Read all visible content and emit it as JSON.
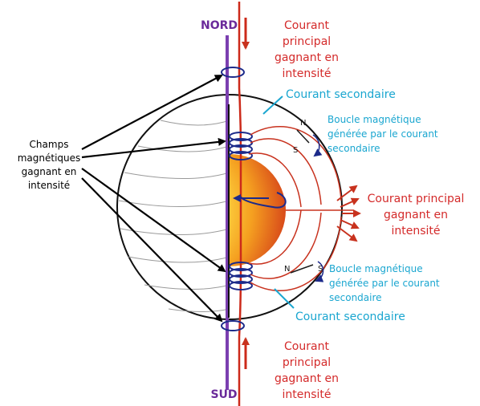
{
  "poles": {
    "north": "NORD",
    "south": "SUD"
  },
  "labels": {
    "main_current_top": "Courant principal gagnant en intensité",
    "secondary_current_top": "Courant secondaire",
    "loop_top": "Boucle magnétique générée par le courant secondaire",
    "main_current_right": "Courant principal gagnant en intensité",
    "loop_bottom": "Boucle magnétique générée par le courant secondaire",
    "secondary_current_bottom": "Courant secondaire",
    "main_current_bottom": "Courant principal gagnant en intensité",
    "magnetic_fields": "Champs magnétiques gagnant en intensité",
    "loop_top_n": "N",
    "loop_top_s": "S",
    "loop_bottom_n": "N",
    "loop_bottom_s": "S"
  },
  "colors": {
    "axis": "#7b3fb0",
    "main_current": "#cc2a1a",
    "secondary_label": "#1aa6d0",
    "coil": "#1c2a8a",
    "field_lines": "#c8321e",
    "core_inner": "#fff37a",
    "core_outer": "#e8661c"
  }
}
